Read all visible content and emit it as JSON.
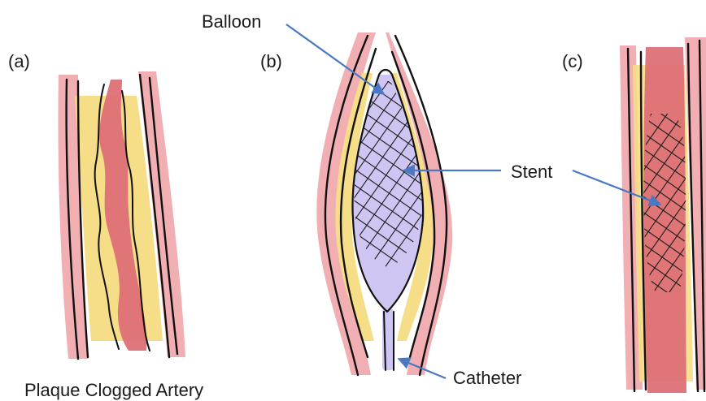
{
  "panels": [
    {
      "label": "(a)",
      "caption": "Plaque Clogged Artery"
    },
    {
      "label": "(b)"
    },
    {
      "label": "(c)"
    }
  ],
  "callouts": {
    "balloon": "Balloon",
    "stent": "Stent",
    "catheter": "Catheter"
  },
  "colors": {
    "vessel_wall": "#eea0a6",
    "plaque": "#f6dd87",
    "blood": "#dc6b74",
    "balloon": "#cfc5f2",
    "ink": "#111111",
    "arrow": "#4a78c2"
  }
}
